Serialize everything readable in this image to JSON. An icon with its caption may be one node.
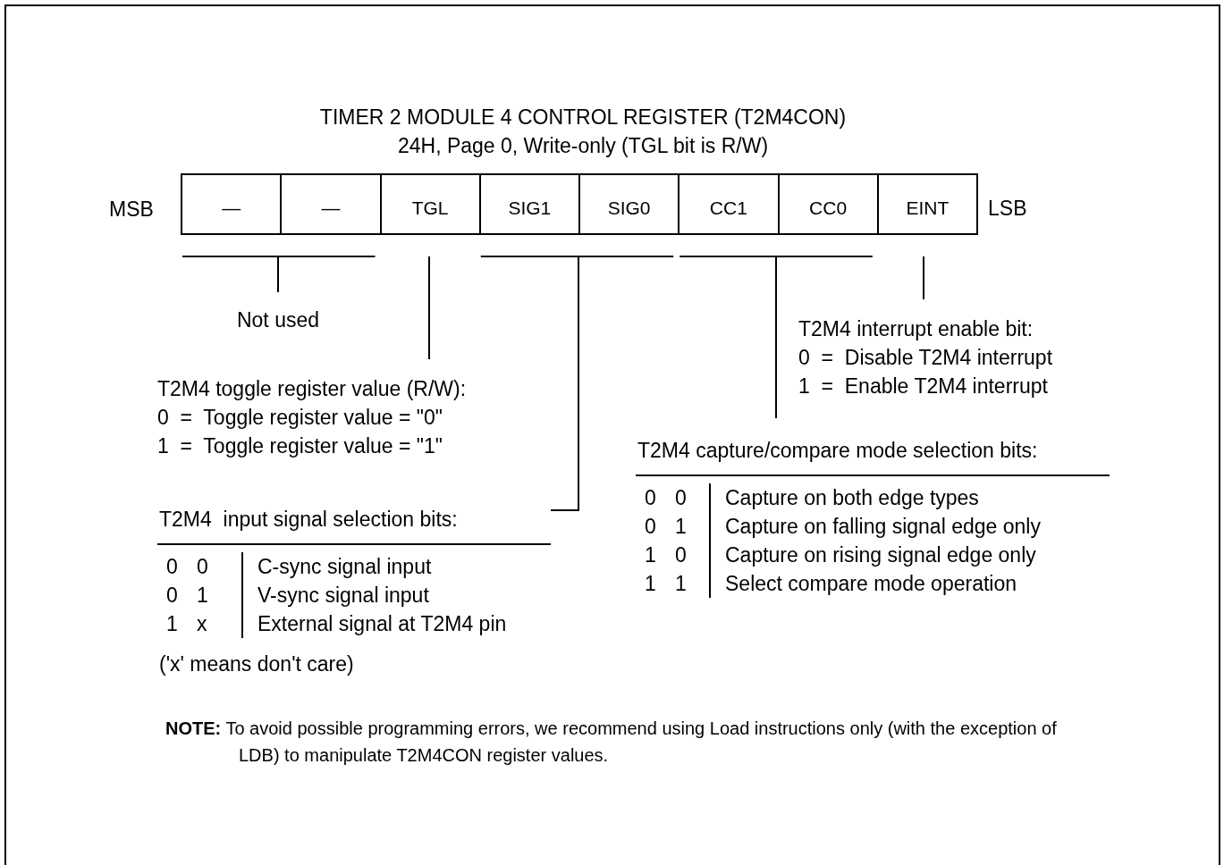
{
  "diagram": {
    "title": "TIMER 2 MODULE 4 CONTROL REGISTER (T2M4CON)",
    "nodes": [
      {
        "text": [
          "—"
        ]
      },
      {
        "text": [
          "—"
        ]
      },
      {
        "text": [
          "TGL"
        ]
      },
      {
        "text": [
          "SIG1"
        ]
      },
      {
        "text": [
          "SIG0"
        ]
      },
      {
        "text": [
          "CC1"
        ]
      },
      {
        "text": [
          "CC0"
        ]
      },
      {
        "text": [
          "EINT"
        ]
      },
      {
        "text": [
          "Not used"
        ]
      },
      {
        "text": [
          "T2M4 toggle register value (R/W):",
          "0  =  Toggle register value = \"0\"",
          "1  =  Toggle register value = \"1\""
        ]
      },
      {
        "text": [
          "T2M4  input signal selection bits:",
          "0",
          "0",
          "C-sync signal input",
          "0",
          "1",
          "V-sync signal input",
          "1",
          "x",
          "External signal at T2M4 pin"
        ],
        "beside": [
          "('x' means don't care)"
        ]
      },
      {
        "text": [
          "T2M4 capture/compare mode selection bits:",
          "0",
          "0",
          "Capture on both edge types",
          "0",
          "1",
          "Capture on falling signal edge only",
          "1",
          "0",
          "Capture on rising signal edge only",
          "1",
          "1",
          "Select compare mode operation"
        ]
      },
      {
        "text": [
          "T2M4 interrupt enable bit:",
          "0  =  Disable T2M4 interrupt",
          "1  =  Enable T2M4 interrupt"
        ]
      }
    ],
    "edges": [
      {
        "from": 8,
        "to": 0,
        "arrow": "none"
      },
      {
        "from": 8,
        "to": 1,
        "arrow": "none"
      },
      {
        "from": 9,
        "to": 2,
        "arrow": "none"
      },
      {
        "from": 10,
        "to": 3,
        "arrow": "none"
      },
      {
        "from": 10,
        "to": 4,
        "arrow": "none"
      },
      {
        "from": 11,
        "to": 5,
        "arrow": "none"
      },
      {
        "from": 11,
        "to": 6,
        "arrow": "none"
      },
      {
        "from": 12,
        "to": 7,
        "arrow": "none"
      }
    ],
    "labels": [
      "24H, Page 0, Write-only (TGL bit is R/W)",
      "MSB",
      "LSB",
      "**NOTE:** To avoid possible programming errors, we recommend using Load instructions only (with the exception of LDB) to manipulate T2M4CON register values."
    ]
  }
}
